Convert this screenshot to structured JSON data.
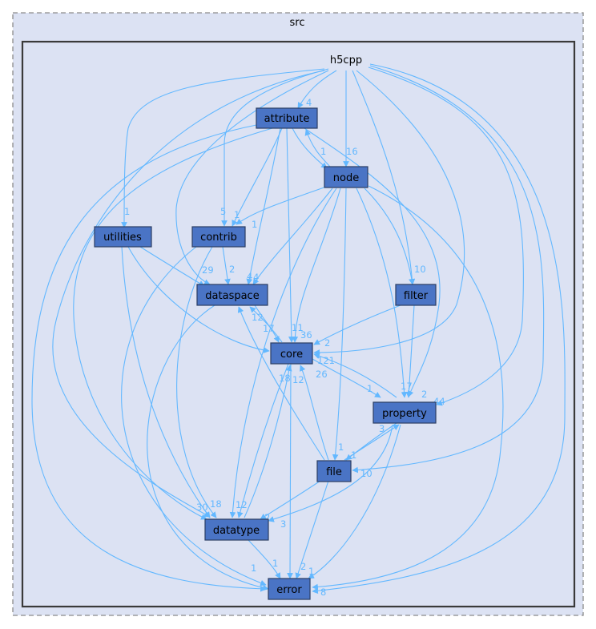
{
  "clusters": {
    "outer": "src",
    "inner": "h5cpp"
  },
  "nodes": {
    "attribute": "attribute",
    "node": "node",
    "utilities": "utilities",
    "contrib": "contrib",
    "dataspace": "dataspace",
    "filter": "filter",
    "core": "core",
    "property": "property",
    "file": "file",
    "datatype": "datatype",
    "error": "error"
  },
  "edge_labels": [
    "4",
    "1",
    "16",
    "5",
    "1",
    "1",
    "29",
    "2",
    "4",
    "4",
    "1",
    "12",
    "10",
    "17",
    "11",
    "36",
    "2",
    "121",
    "26",
    "18",
    "12",
    "17",
    "1",
    "2",
    "44",
    "1",
    "1",
    "3",
    "10",
    "30",
    "18",
    "12",
    "2",
    "3",
    "1",
    "2",
    "1",
    "1",
    "8"
  ],
  "colors": {
    "node_fill": "#4a74c5",
    "edge": "#63b8ff",
    "cluster_bg": "#dce2f3"
  }
}
